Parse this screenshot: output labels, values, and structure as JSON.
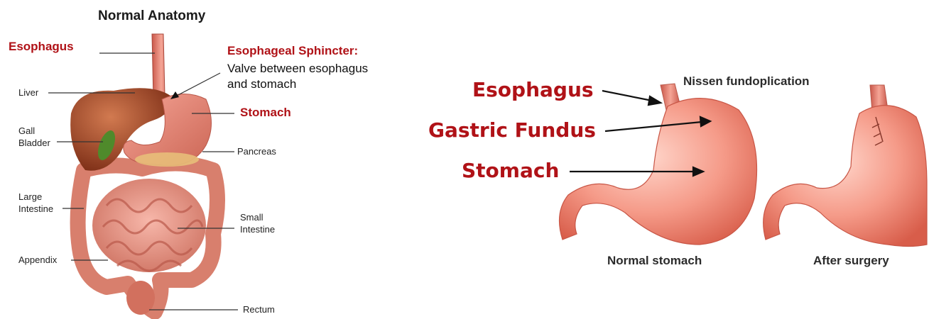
{
  "normal_anatomy": {
    "title": "Normal Anatomy",
    "labels": {
      "esophagus": "Esophagus",
      "sphincter": "Esophageal Sphincter:",
      "sphincter_desc": "Valve between esophagus\nand stomach",
      "liver": "Liver",
      "stomach": "Stomach",
      "gall_bladder": "Gall\nBladder",
      "pancreas": "Pancreas",
      "large_intestine": "Large\nIntestine",
      "small_intestine": "Small\nIntestine",
      "appendix": "Appendix",
      "rectum": "Rectum"
    }
  },
  "nissen": {
    "title": "Nissen fundoplication",
    "labels": {
      "esophagus": "Esophagus",
      "gastric_fundus": "Gastric Fundus",
      "stomach": "Stomach"
    },
    "captions": {
      "normal": "Normal stomach",
      "after": "After surgery"
    }
  },
  "colors": {
    "accent_red": "#b01217",
    "stomach_pink": "#f08f80",
    "liver_brown": "#a54a2a",
    "intestine_pink": "#e89a8a"
  }
}
